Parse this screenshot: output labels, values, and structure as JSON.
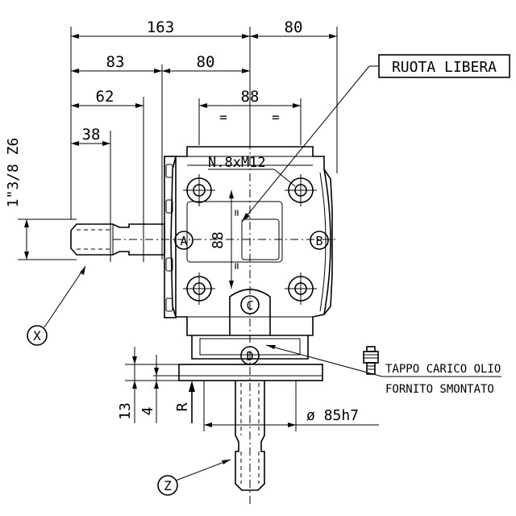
{
  "dimensions": {
    "d163": "163",
    "d80_top": "80",
    "d83": "83",
    "d80_mid": "80",
    "d62": "62",
    "d38": "38",
    "d88_top": "88",
    "eq_left": "=",
    "eq_right": "=",
    "d88_vert": "88",
    "eq_vert_top": "=",
    "eq_vert_bottom": "=",
    "shaft_spec": "1\"3/8 Z6",
    "d13": "13",
    "d4": "4",
    "r_label": "R",
    "diam85": "ø 85h7"
  },
  "labels": {
    "bolt_spec": "N.8xM12",
    "ruota_libera": "RUOTA LIBERA",
    "tappo_line1": "TAPPO CARICO OLIO",
    "tappo_line2": "FORNITO SMONTATO",
    "circle_a": "A",
    "circle_b": "B",
    "circle_c": "C",
    "circle_d": "D",
    "circle_x": "X",
    "circle_z": "Z"
  }
}
